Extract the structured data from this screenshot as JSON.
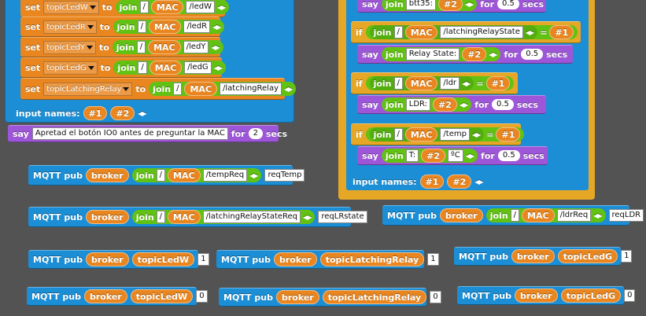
{
  "keywords": {
    "set": "set",
    "to": "to",
    "join": "join",
    "say": "say",
    "for": "for",
    "secs": "secs",
    "if": "if",
    "mqtt_pub": "MQTT pub",
    "input_names": "input names:",
    "eq": "="
  },
  "vars": {
    "broker": "broker",
    "mac": "MAC"
  },
  "slash": "/",
  "inputs": {
    "p1": "#1",
    "p2": "#2"
  },
  "left_sets": [
    {
      "var": "topicLedW",
      "path": "/ledW"
    },
    {
      "var": "topicLedR",
      "path": "/ledR"
    },
    {
      "var": "topicLedY",
      "path": "/ledY"
    },
    {
      "var": "topicLedG",
      "path": "/ledG"
    },
    {
      "var": "topicLatchingRelay",
      "path": "/latchingRelay"
    }
  ],
  "say_main": {
    "text": "Apretad el botón IO0 antes de preguntar la MAC",
    "secs": "2"
  },
  "right_top_say": {
    "label": "btt35:",
    "secs": "0.5"
  },
  "right_ifs": [
    {
      "path": "/latchingRelayState",
      "label": "Relay State:",
      "suffix": "",
      "secs": "0.5"
    },
    {
      "path": "/ldr",
      "label": "LDR:",
      "suffix": "",
      "secs": "0.5"
    },
    {
      "path": "/temp",
      "label": "T:",
      "suffix": "ºC",
      "secs": "0.5"
    }
  ],
  "mqtt": [
    {
      "topic_path": "/tempReq",
      "message": "reqTemp"
    },
    {
      "topic_path": "/latchingRelayStateReq",
      "message": "reqLRstate"
    },
    {
      "topic_path": "/ldrReq",
      "message": "reqLDR"
    },
    {
      "topic_var": "topicLedW",
      "message": "1"
    },
    {
      "topic_var": "topicLatchingRelay",
      "message": "1"
    },
    {
      "topic_var": "topicLedG",
      "message": "1"
    },
    {
      "topic_var": "topicLedW",
      "message": "0"
    },
    {
      "topic_var": "topicLatchingRelay",
      "message": "0"
    },
    {
      "topic_var": "topicLedG",
      "message": "0"
    }
  ]
}
